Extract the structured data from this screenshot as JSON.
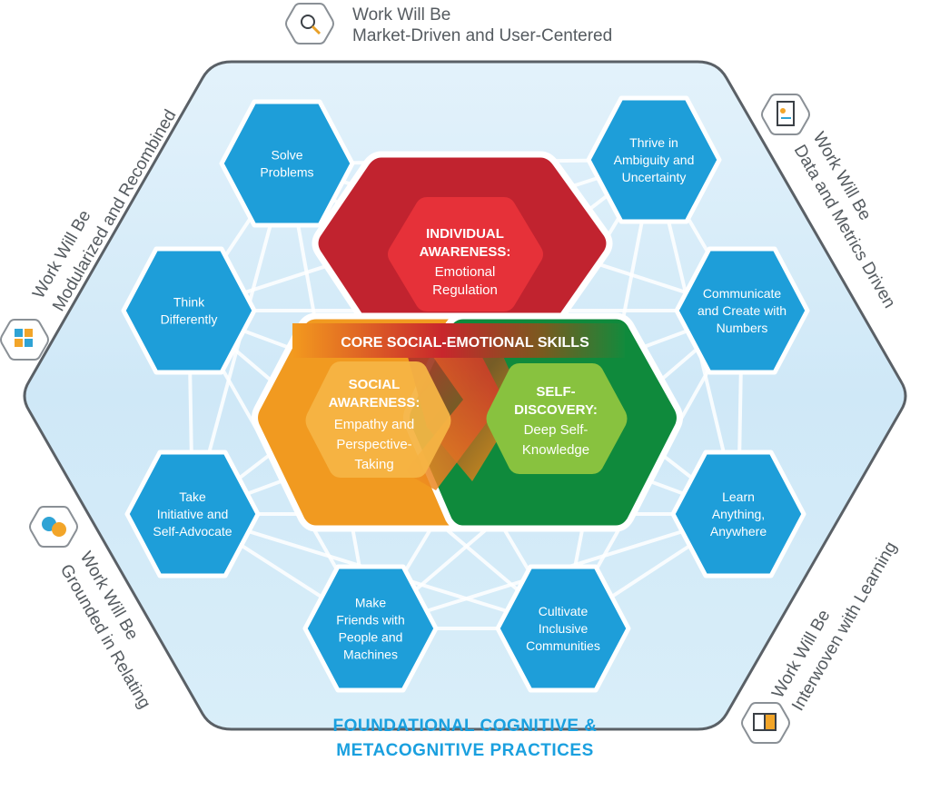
{
  "outer_labels": {
    "top": [
      "Work Will Be",
      "Market-Driven and User-Centered"
    ],
    "top_left": [
      "Work Will Be",
      "Modularized and Recombined"
    ],
    "top_right": [
      "Work Will Be",
      "Data and Metrics Driven"
    ],
    "bottom_left": [
      "Work Will Be",
      "Grounded in Relating"
    ],
    "bottom_right": [
      "Work Will Be",
      "Interwoven with Learning"
    ]
  },
  "practices": [
    {
      "id": "solve-problems",
      "lines": [
        "Solve",
        "Problems"
      ]
    },
    {
      "id": "thrive-ambiguity",
      "lines": [
        "Thrive in",
        "Ambiguity and",
        "Uncertainty"
      ]
    },
    {
      "id": "think-differently",
      "lines": [
        "Think",
        "Differently"
      ]
    },
    {
      "id": "communicate-numbers",
      "lines": [
        "Communicate",
        "and Create with",
        "Numbers"
      ]
    },
    {
      "id": "take-initiative",
      "lines": [
        "Take",
        "Initiative and",
        "Self-Advocate"
      ]
    },
    {
      "id": "learn-anything",
      "lines": [
        "Learn",
        "Anything,",
        "Anywhere"
      ]
    },
    {
      "id": "make-friends",
      "lines": [
        "Make",
        "Friends with",
        "People and",
        "Machines"
      ]
    },
    {
      "id": "cultivate-inclusive",
      "lines": [
        "Cultivate",
        "Inclusive",
        "Communities"
      ]
    }
  ],
  "core": {
    "title": "CORE SOCIAL-EMOTIONAL SKILLS",
    "individual": {
      "heading": [
        "INDIVIDUAL",
        "AWARENESS:"
      ],
      "body": [
        "Emotional",
        "Regulation"
      ]
    },
    "social": {
      "heading": [
        "SOCIAL",
        "AWARENESS:"
      ],
      "body": [
        "Empathy and",
        "Perspective-",
        "Taking"
      ]
    },
    "self": {
      "heading": [
        "SELF-",
        "DISCOVERY:"
      ],
      "body": [
        "Deep Self-",
        "Knowledge"
      ]
    }
  },
  "footer": [
    "FOUNDATIONAL COGNITIVE &",
    "METACOGNITIVE PRACTICES"
  ],
  "colors": {
    "blue": "#1e9ed9",
    "light_blue": "#d7ecf8",
    "red": "#c1232f",
    "red_inner": "#e63139",
    "orange": "#f19a20",
    "orange_inner": "#f6b445",
    "green": "#0f8a3c",
    "green_inner": "#88c23f",
    "footer_text": "#1aa0df",
    "outer_text": "#555b60"
  },
  "icons": {
    "top": "market-research-icon",
    "top_left": "puzzle-modules-icon",
    "top_right": "clipboard-data-icon",
    "bottom_left": "chat-bubbles-icon",
    "bottom_right": "open-book-icon"
  }
}
